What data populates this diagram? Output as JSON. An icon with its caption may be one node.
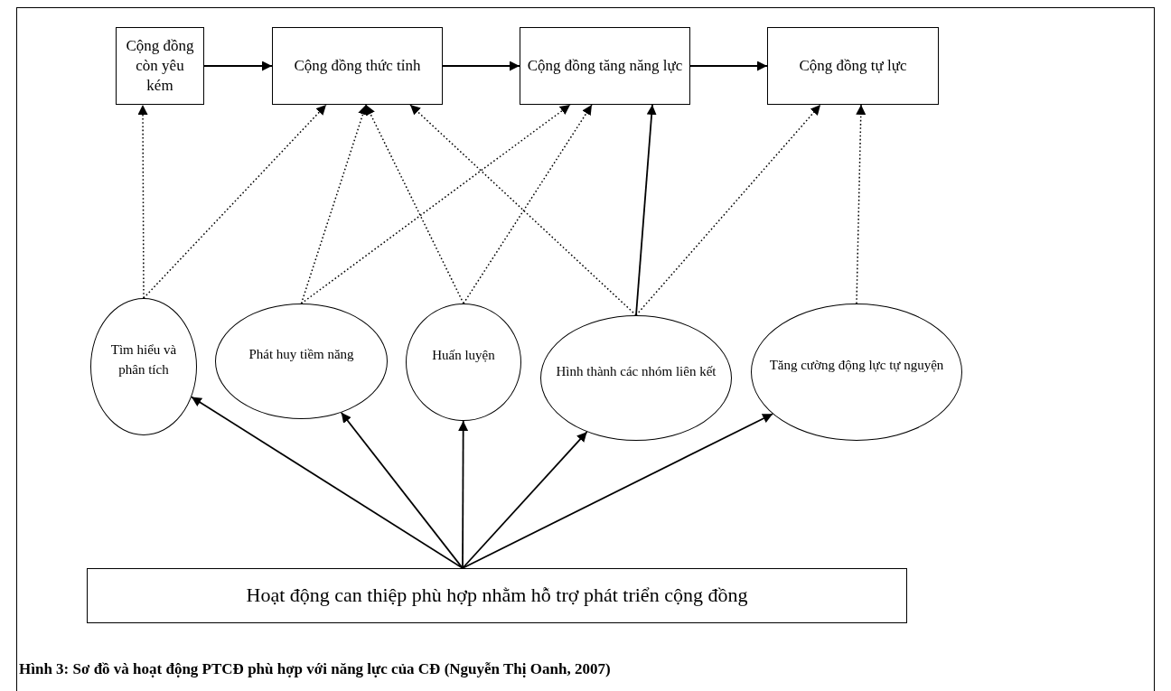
{
  "diagram": {
    "caption": "Hình 3: Sơ đồ và hoạt động PTCĐ phù hợp với năng lực của CĐ (Nguyễn Thị Oanh, 2007)",
    "nodes": [
      {
        "text": [
          "Cộng đồng còn yêu kém"
        ]
      },
      {
        "text": [
          "Cộng đồng thức tỉnh"
        ]
      },
      {
        "text": [
          "Cộng đồng tăng năng lực"
        ]
      },
      {
        "text": [
          "Cộng đồng tự lực"
        ]
      },
      {
        "text": [
          "Tìm hiểu và phân tích"
        ]
      },
      {
        "text": [
          "Phát huy tiềm năng"
        ]
      },
      {
        "text": [
          "Huấn luyện"
        ]
      },
      {
        "text": [
          "Hình thành các nhóm liên kết"
        ]
      },
      {
        "text": [
          "Tăng cường động lực tự nguyện"
        ]
      },
      {
        "text": [
          "Hoạt động can thiệp phù hợp nhằm hỗ trợ phát triển cộng đồng"
        ]
      }
    ],
    "edges": [
      {
        "from": 0,
        "to": 1,
        "arrow": "to"
      },
      {
        "from": 1,
        "to": 2,
        "arrow": "to"
      },
      {
        "from": 2,
        "to": 3,
        "arrow": "to"
      },
      {
        "from": 4,
        "to": 0,
        "arrow": "to",
        "style": "dashed"
      },
      {
        "from": 4,
        "to": 1,
        "arrow": "to",
        "style": "dashed"
      },
      {
        "from": 5,
        "to": 1,
        "arrow": "to",
        "style": "dashed"
      },
      {
        "from": 5,
        "to": 2,
        "arrow": "to",
        "style": "dashed"
      },
      {
        "from": 6,
        "to": 1,
        "arrow": "to",
        "style": "dashed"
      },
      {
        "from": 6,
        "to": 2,
        "arrow": "to",
        "style": "dashed"
      },
      {
        "from": 7,
        "to": 1,
        "arrow": "to",
        "style": "dashed"
      },
      {
        "from": 7,
        "to": 2,
        "arrow": "to"
      },
      {
        "from": 7,
        "to": 3,
        "arrow": "to",
        "style": "dashed"
      },
      {
        "from": 8,
        "to": 3,
        "arrow": "to",
        "style": "dashed"
      },
      {
        "from": 9,
        "to": 4,
        "arrow": "to"
      },
      {
        "from": 9,
        "to": 5,
        "arrow": "to"
      },
      {
        "from": 9,
        "to": 6,
        "arrow": "to"
      },
      {
        "from": 9,
        "to": 7,
        "arrow": "to"
      },
      {
        "from": 9,
        "to": 8,
        "arrow": "to"
      }
    ]
  }
}
